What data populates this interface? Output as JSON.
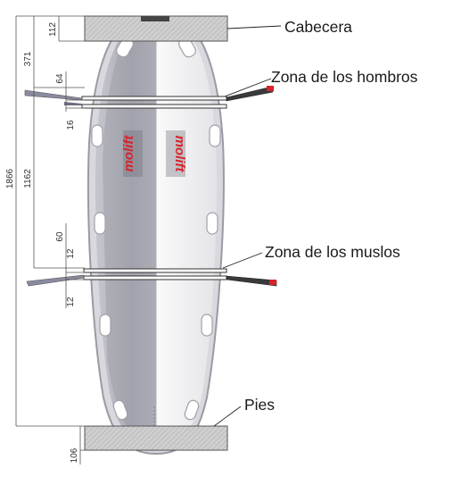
{
  "labels": {
    "head": "Cabecera",
    "shoulders": "Zona de los hombros",
    "thighs": "Zona de los muslos",
    "feet": "Pies"
  },
  "dimensions": {
    "total": "1866",
    "upper_gap": "371",
    "middle": "1162",
    "head_block": "112",
    "shoulder_strap_offset": "64",
    "shoulder_strap_width": "16",
    "thigh_strap_offset": "60",
    "thigh_strap_width_top": "12",
    "thigh_strap_width_bottom": "12",
    "foot_block": "106"
  },
  "brand_text": "molift",
  "colors": {
    "block_fill": "#c9c9c9",
    "board_outline": "#9a9aa2",
    "brand_red": "#d8232a",
    "strap_dark": "#3a3a3c",
    "strap_light": "#8a8aa0"
  }
}
